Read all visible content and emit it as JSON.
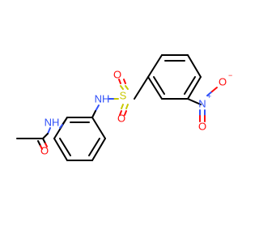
{
  "molecule": {
    "atoms": {
      "nh_top": {
        "text": "NH",
        "color": "#3050f8"
      },
      "nh_left": {
        "text": "NH",
        "color": "#3050f8"
      },
      "s": {
        "text": "S",
        "color": "#c8c800"
      },
      "o_s_top": {
        "text": "O",
        "color": "#ff0d0d"
      },
      "o_s_bottom": {
        "text": "O",
        "color": "#ff0d0d"
      },
      "n_nitro": {
        "text": "N",
        "color": "#3050f8"
      },
      "n_nitro_charge": {
        "text": "+"
      },
      "o_nitro_minus": {
        "text": "O",
        "color": "#ff0d0d"
      },
      "o_nitro_minus_charge": {
        "text": "−"
      },
      "o_nitro_double": {
        "text": "O",
        "color": "#ff0d0d"
      },
      "o_amide": {
        "text": "O",
        "color": "#ff0d0d"
      }
    }
  }
}
